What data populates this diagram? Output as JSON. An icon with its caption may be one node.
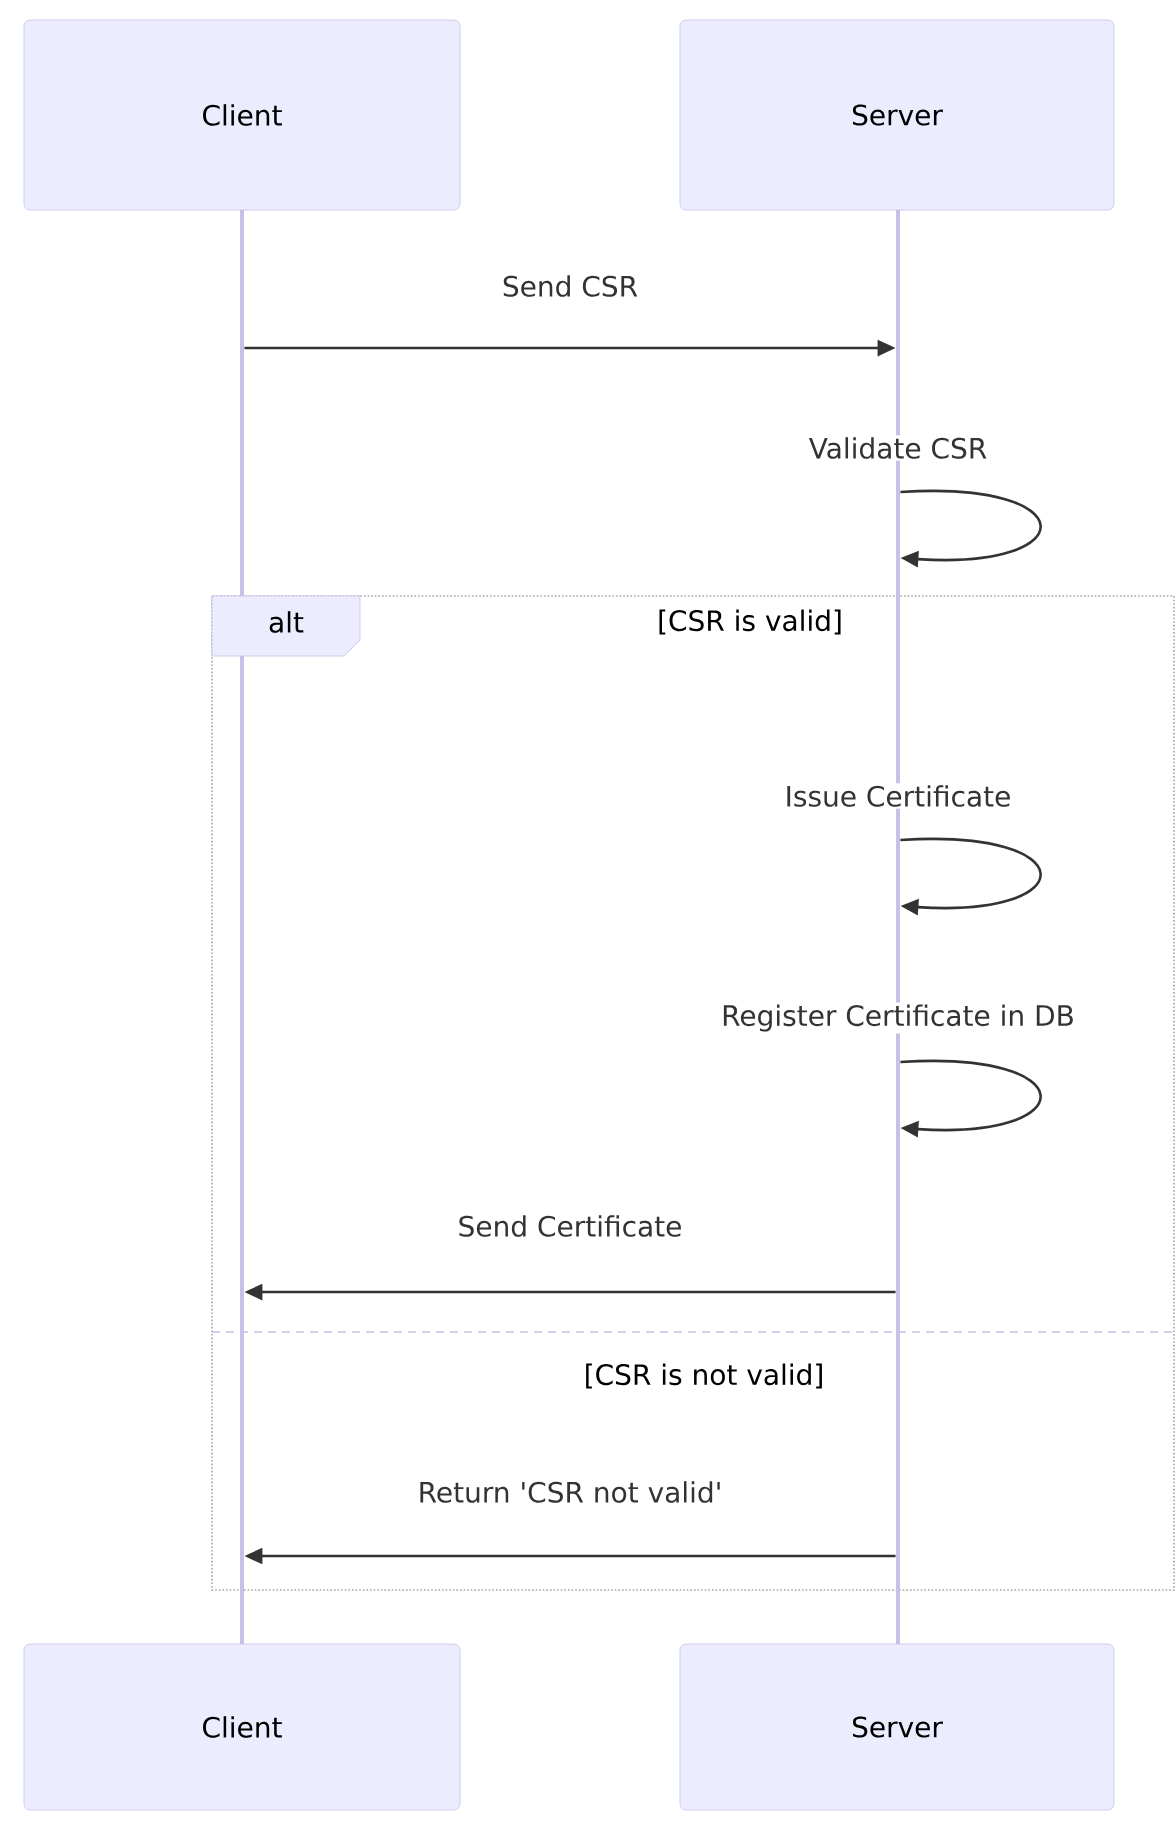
{
  "diagram": {
    "nodes": [
      {
        "text": [
          "Client"
        ]
      },
      {
        "text": [
          "Server"
        ]
      },
      {
        "text": [],
        "shape": "bar"
      },
      {
        "text": [],
        "shape": "bar"
      },
      {
        "text": [
          "Client"
        ]
      },
      {
        "text": [
          "Server"
        ]
      }
    ],
    "edges": [
      {
        "from": 2,
        "to": 3,
        "arrow": "to",
        "label": "Send CSR"
      },
      {
        "from": 3,
        "to": 3,
        "arrow": "to",
        "label": "Validate CSR"
      },
      {
        "from": 3,
        "to": 3,
        "arrow": "to",
        "label": "Issue Certificate"
      },
      {
        "from": 3,
        "to": 3,
        "arrow": "to",
        "label": "Register Certificate in DB"
      },
      {
        "from": 3,
        "to": 2,
        "arrow": "to",
        "label": "Send Certificate"
      },
      {
        "from": 3,
        "to": 2,
        "arrow": "to",
        "label": "Return 'CSR not valid'"
      }
    ],
    "labels": [
      "alt",
      "[CSR is valid]",
      "[CSR is not valid]"
    ]
  }
}
